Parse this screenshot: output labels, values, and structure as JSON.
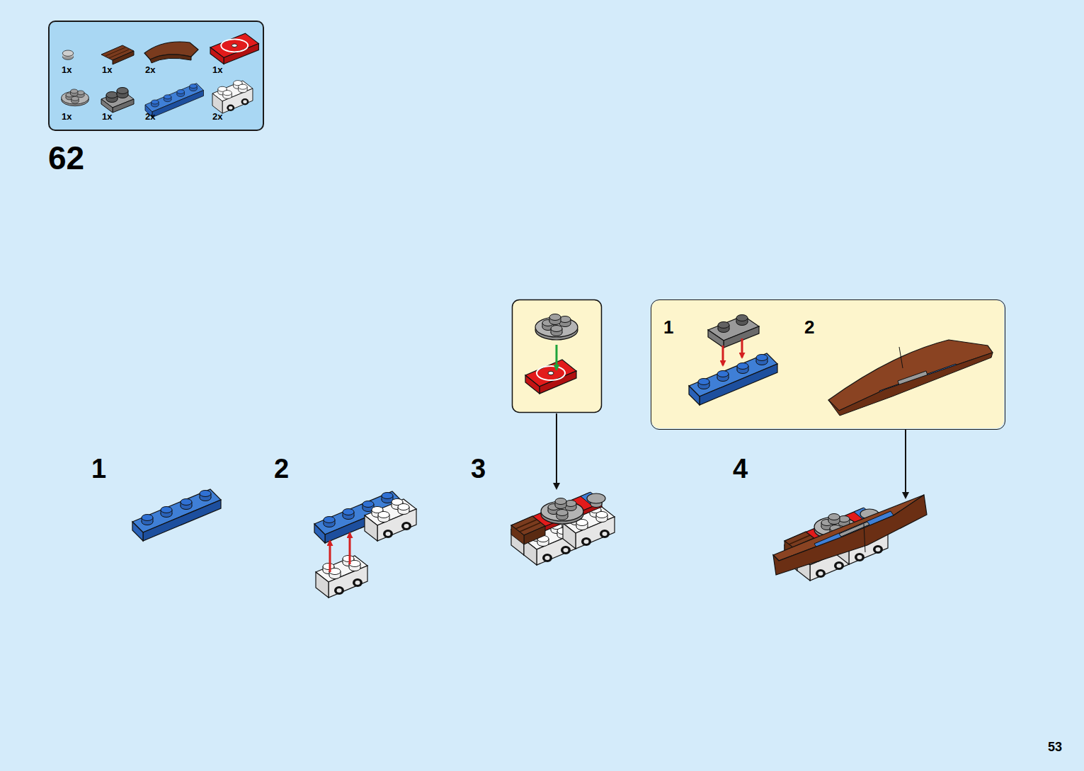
{
  "diagram": {
    "nodes": [
      {
        "text": [
          "1x",
          "1x",
          "2x",
          "1x",
          "1x",
          "1x",
          "2x",
          "2x"
        ]
      },
      {
        "text": [
          "1",
          "2"
        ]
      }
    ],
    "labels": [
      "62",
      "1",
      "2",
      "3",
      "4",
      "53"
    ]
  }
}
